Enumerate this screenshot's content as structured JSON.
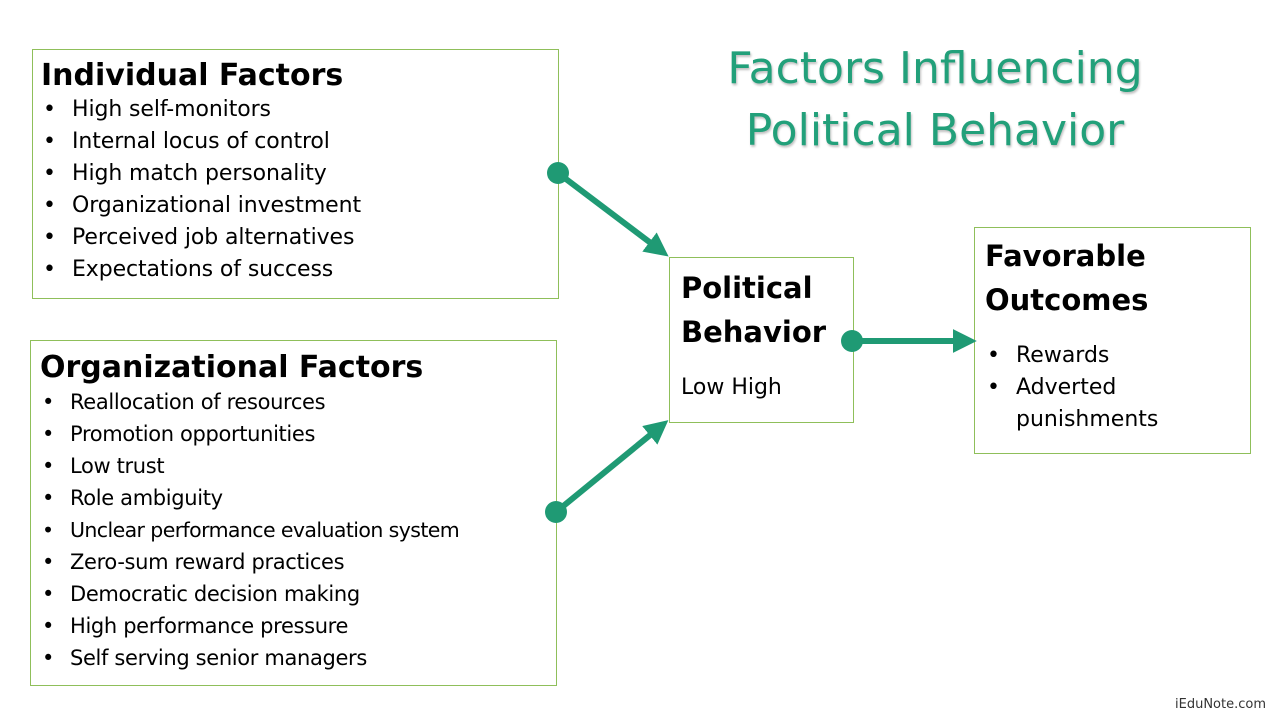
{
  "title": {
    "line1": "Factors Influencing",
    "line2": "Political Behavior"
  },
  "individual_factors": {
    "heading": "Individual Factors",
    "items": [
      "High self-monitors",
      "Internal locus of control",
      "High match personality",
      "Organizational investment",
      "Perceived job alternatives",
      "Expectations of success"
    ]
  },
  "organizational_factors": {
    "heading": "Organizational Factors",
    "items": [
      "Reallocation of resources",
      "Promotion opportunities",
      "Low trust",
      "Role ambiguity",
      "Unclear performance evaluation system",
      "Zero-sum reward practices",
      "Democratic decision making",
      "High performance pressure",
      "Self serving senior managers"
    ]
  },
  "political_behavior": {
    "heading_line1": "Political",
    "heading_line2": "Behavior",
    "scale": "Low High"
  },
  "favorable_outcomes": {
    "heading_line1": "Favorable",
    "heading_line2": "Outcomes",
    "items": [
      "Rewards",
      "Adverted punishments"
    ]
  },
  "watermark": "iEduNote.com",
  "colors": {
    "arrow": "#1f9a74",
    "title": "#22a07a",
    "box_border": "#8fbf5a"
  }
}
